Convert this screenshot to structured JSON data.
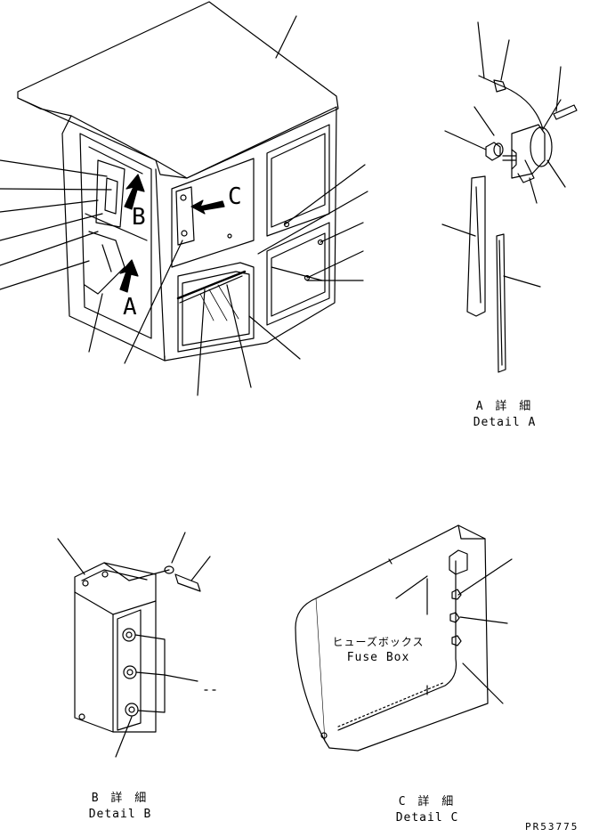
{
  "markers": {
    "a": "A",
    "b": "B",
    "c": "C"
  },
  "detail_a": {
    "ja": "A 詳 細",
    "en": "Detail A"
  },
  "detail_b": {
    "ja": "B 詳 細",
    "en": "Detail B"
  },
  "detail_c": {
    "ja": "C 詳 細",
    "en": "Detail C"
  },
  "fuse_box": {
    "ja": "ヒューズボックス",
    "en": "Fuse Box"
  },
  "drawing_code": "PR53775"
}
